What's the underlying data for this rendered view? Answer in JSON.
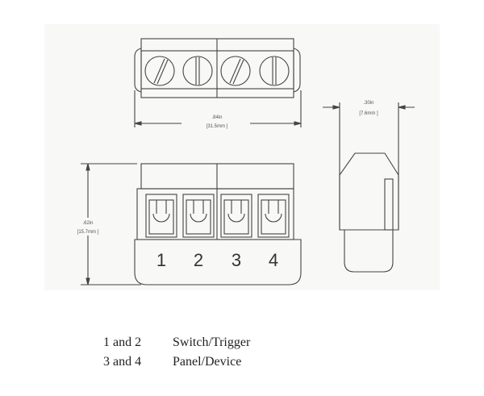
{
  "dimensions": {
    "width_in": ".84in",
    "width_mm": "[31.5mm ]",
    "height_in": ".62in",
    "height_mm": "[15.7mm ]",
    "depth_in": ".30in",
    "depth_mm": "[7.6mm ]"
  },
  "terminals": [
    "1",
    "2",
    "3",
    "4"
  ],
  "legend": [
    {
      "pins": "1 and 2",
      "label": "Switch/Trigger"
    },
    {
      "pins": "3 and 4",
      "label": "Panel/Device"
    }
  ]
}
